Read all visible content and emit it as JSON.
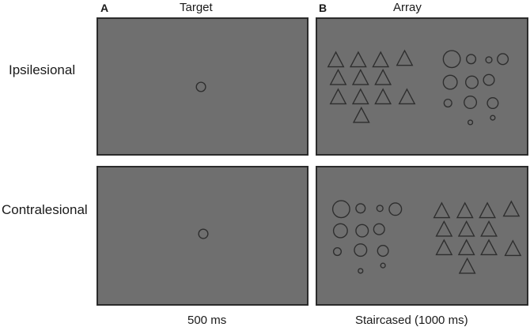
{
  "panels": {
    "a": {
      "letter": "A",
      "title": "Target"
    },
    "b": {
      "letter": "B",
      "title": "Array"
    }
  },
  "rows": {
    "ipsilesional": "Ipsilesional",
    "contralesional": "Contralesional"
  },
  "durations": {
    "target": "500 ms",
    "array": "Staircased (1000 ms)"
  },
  "colors": {
    "screen": "#6f6f6f",
    "border": "#2b2b2b",
    "stimulus_stroke": "#2e2e2e"
  }
}
